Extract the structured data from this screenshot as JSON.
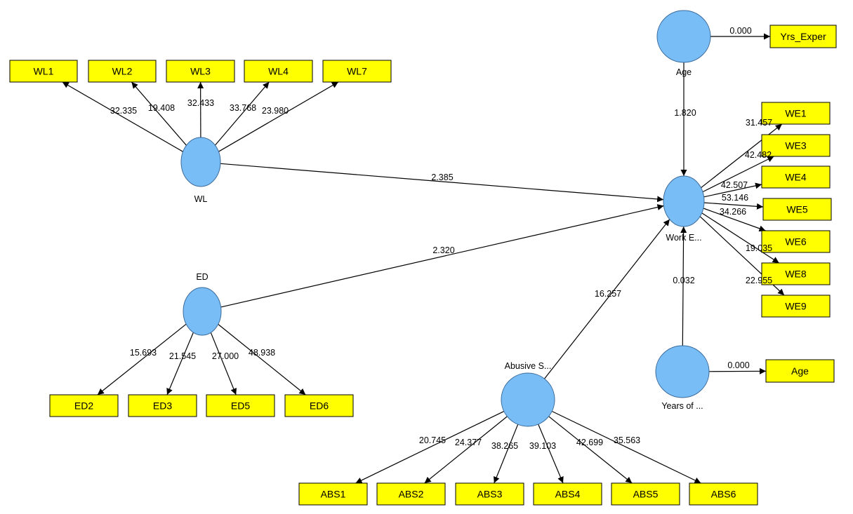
{
  "colors": {
    "latent_fill": "#79bdf7",
    "latent_stroke": "#3b6b9a",
    "indicator_fill": "#ffff00",
    "indicator_stroke": "#000000",
    "arrow": "#000000"
  },
  "latents": [
    {
      "id": "age",
      "label": "Age"
    },
    {
      "id": "wl",
      "label": "WL"
    },
    {
      "id": "ed",
      "label": "ED"
    },
    {
      "id": "we",
      "label": "Work E..."
    },
    {
      "id": "abs",
      "label": "Abusive S..."
    },
    {
      "id": "yoe",
      "label": "Years of ..."
    }
  ],
  "indicators": [
    {
      "id": "yrs_exper",
      "label": "Yrs_Exper"
    },
    {
      "id": "age_ind",
      "label": "Age"
    },
    {
      "id": "wl1",
      "label": "WL1"
    },
    {
      "id": "wl2",
      "label": "WL2"
    },
    {
      "id": "wl3",
      "label": "WL3"
    },
    {
      "id": "wl4",
      "label": "WL4"
    },
    {
      "id": "wl7",
      "label": "WL7"
    },
    {
      "id": "we1",
      "label": "WE1"
    },
    {
      "id": "we3",
      "label": "WE3"
    },
    {
      "id": "we4",
      "label": "WE4"
    },
    {
      "id": "we5",
      "label": "WE5"
    },
    {
      "id": "we6",
      "label": "WE6"
    },
    {
      "id": "we8",
      "label": "WE8"
    },
    {
      "id": "we9",
      "label": "WE9"
    },
    {
      "id": "ed2",
      "label": "ED2"
    },
    {
      "id": "ed3",
      "label": "ED3"
    },
    {
      "id": "ed5",
      "label": "ED5"
    },
    {
      "id": "ed6",
      "label": "ED6"
    },
    {
      "id": "abs1",
      "label": "ABS1"
    },
    {
      "id": "abs2",
      "label": "ABS2"
    },
    {
      "id": "abs3",
      "label": "ABS3"
    },
    {
      "id": "abs4",
      "label": "ABS4"
    },
    {
      "id": "abs5",
      "label": "ABS5"
    },
    {
      "id": "abs6",
      "label": "ABS6"
    }
  ],
  "paths": [
    {
      "from": "age",
      "to": "yrs_exper",
      "value": "0.000"
    },
    {
      "from": "yoe",
      "to": "age_ind",
      "value": "0.000"
    },
    {
      "from": "age",
      "to": "we",
      "value": "1.820"
    },
    {
      "from": "yoe",
      "to": "we",
      "value": "0.032"
    },
    {
      "from": "wl",
      "to": "we",
      "value": "2.385"
    },
    {
      "from": "ed",
      "to": "we",
      "value": "2.320"
    },
    {
      "from": "abs",
      "to": "we",
      "value": "16.257"
    },
    {
      "from": "wl",
      "to": "wl1",
      "value": "32.335"
    },
    {
      "from": "wl",
      "to": "wl2",
      "value": "19.408"
    },
    {
      "from": "wl",
      "to": "wl3",
      "value": "32.433"
    },
    {
      "from": "wl",
      "to": "wl4",
      "value": "33.768"
    },
    {
      "from": "wl",
      "to": "wl7",
      "value": "23.980"
    },
    {
      "from": "we",
      "to": "we1",
      "value": "31.457"
    },
    {
      "from": "we",
      "to": "we3",
      "value": "42.482"
    },
    {
      "from": "we",
      "to": "we4",
      "value": "42.507"
    },
    {
      "from": "we",
      "to": "we5",
      "value": "53.146"
    },
    {
      "from": "we",
      "to": "we6",
      "value": "34.266"
    },
    {
      "from": "we",
      "to": "we8",
      "value": "19.035"
    },
    {
      "from": "we",
      "to": "we9",
      "value": "22.955"
    },
    {
      "from": "ed",
      "to": "ed2",
      "value": "15.693"
    },
    {
      "from": "ed",
      "to": "ed3",
      "value": "21.545"
    },
    {
      "from": "ed",
      "to": "ed5",
      "value": "27.000"
    },
    {
      "from": "ed",
      "to": "ed6",
      "value": "48.938"
    },
    {
      "from": "abs",
      "to": "abs1",
      "value": "20.745"
    },
    {
      "from": "abs",
      "to": "abs2",
      "value": "24.377"
    },
    {
      "from": "abs",
      "to": "abs3",
      "value": "38.265"
    },
    {
      "from": "abs",
      "to": "abs4",
      "value": "39.103"
    },
    {
      "from": "abs",
      "to": "abs5",
      "value": "42.699"
    },
    {
      "from": "abs",
      "to": "abs6",
      "value": "35.563"
    }
  ]
}
